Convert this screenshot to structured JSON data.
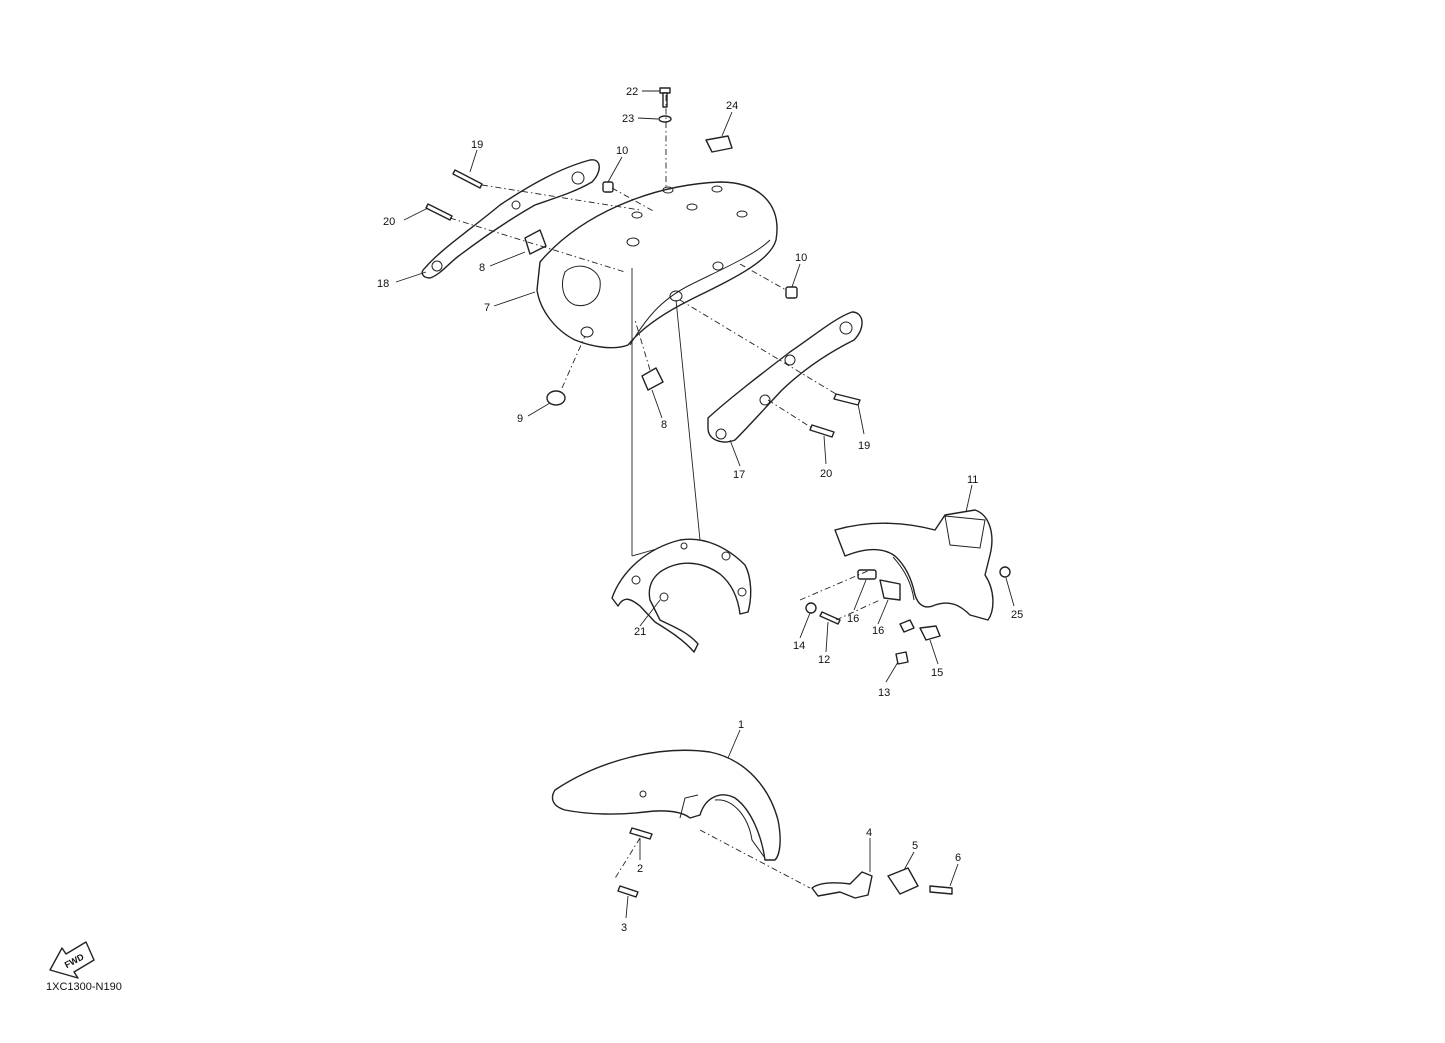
{
  "diagram_code": "1XC1300-N190",
  "fwd_label": "FWD",
  "callouts": [
    {
      "id": "c22",
      "text": "22"
    },
    {
      "id": "c23",
      "text": "23"
    },
    {
      "id": "c24",
      "text": "24"
    },
    {
      "id": "c19a",
      "text": "19"
    },
    {
      "id": "c10a",
      "text": "10"
    },
    {
      "id": "c20a",
      "text": "20"
    },
    {
      "id": "c8a",
      "text": "8"
    },
    {
      "id": "c18",
      "text": "18"
    },
    {
      "id": "c7",
      "text": "7"
    },
    {
      "id": "c10b",
      "text": "10"
    },
    {
      "id": "c9",
      "text": "9"
    },
    {
      "id": "c8b",
      "text": "8"
    },
    {
      "id": "c19b",
      "text": "19"
    },
    {
      "id": "c17",
      "text": "17"
    },
    {
      "id": "c20b",
      "text": "20"
    },
    {
      "id": "c11",
      "text": "11"
    },
    {
      "id": "c25",
      "text": "25"
    },
    {
      "id": "c16a",
      "text": "16"
    },
    {
      "id": "c16b",
      "text": "16"
    },
    {
      "id": "c14",
      "text": "14"
    },
    {
      "id": "c12",
      "text": "12"
    },
    {
      "id": "c15",
      "text": "15"
    },
    {
      "id": "c13",
      "text": "13"
    },
    {
      "id": "c21",
      "text": "21"
    },
    {
      "id": "c1",
      "text": "1"
    },
    {
      "id": "c4",
      "text": "4"
    },
    {
      "id": "c5",
      "text": "5"
    },
    {
      "id": "c6",
      "text": "6"
    },
    {
      "id": "c2",
      "text": "2"
    },
    {
      "id": "c3",
      "text": "3"
    }
  ]
}
